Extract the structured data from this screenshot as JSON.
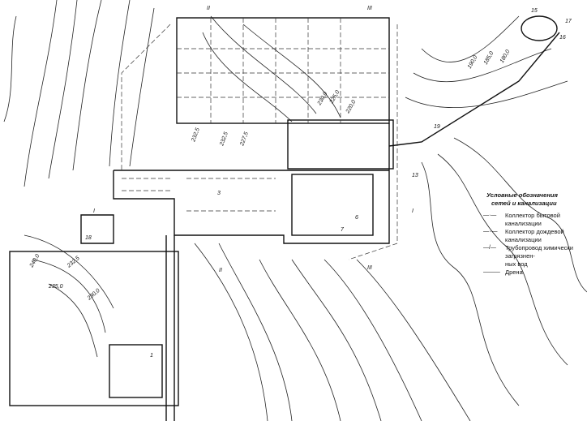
{
  "legend": {
    "title_line1": "Условные обозначения",
    "title_line2": "сетей и канализации",
    "items": [
      {
        "symbol": "— · —",
        "label": "Коллектор бытовой канализации"
      },
      {
        "symbol": "— ·· —",
        "label": "Коллектор дождевой канализации"
      },
      {
        "symbol": "— / —",
        "label": "Трубопровод химически загрязнен-"
      },
      {
        "symbol": "",
        "label": "ных вод"
      },
      {
        "symbol": "— — —",
        "label": "Дрена"
      }
    ]
  },
  "contour_labels": [
    "232,5",
    "235,0",
    "230,0",
    "225,0",
    "220,0",
    "185,0",
    "180,0",
    "190,0",
    "240,0",
    "232,5",
    "235,0",
    "230,0",
    "227,5"
  ],
  "marks": [
    "II",
    "III",
    "I",
    "II",
    "III",
    "I",
    "15",
    "16",
    "17",
    "19",
    "13",
    "18",
    "7",
    "1",
    "3",
    "6"
  ]
}
